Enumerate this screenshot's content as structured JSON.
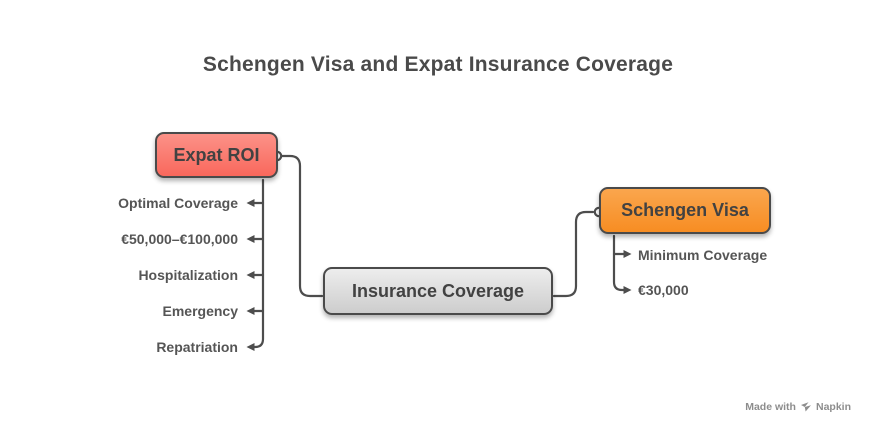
{
  "title": "Schengen Visa and Expat Insurance Coverage",
  "nodes": {
    "expat": {
      "label": "Expat ROI",
      "color_top": "#FC9288",
      "color_bottom": "#F9685C"
    },
    "insurance": {
      "label": "Insurance Coverage",
      "color_top": "#EDEDED",
      "color_bottom": "#CDCDCD"
    },
    "schengen": {
      "label": "Schengen Visa",
      "color_top": "#FAA64E",
      "color_bottom": "#F78D23"
    }
  },
  "branches": {
    "expat_children": [
      "Optimal Coverage",
      "€50,000–€100,000",
      "Hospitalization",
      "Emergency",
      "Repatriation"
    ],
    "schengen_children": [
      "Minimum Coverage",
      "€30,000"
    ]
  },
  "watermark": {
    "prefix": "Made with",
    "brand": "Napkin"
  },
  "colors": {
    "background": "#FFFFFF",
    "connector": "#4D4D4D",
    "node_border": "#4A4A4A",
    "title_text": "#4A4A4A",
    "leaf_text": "#555555",
    "watermark_text": "#8D8D8D"
  }
}
